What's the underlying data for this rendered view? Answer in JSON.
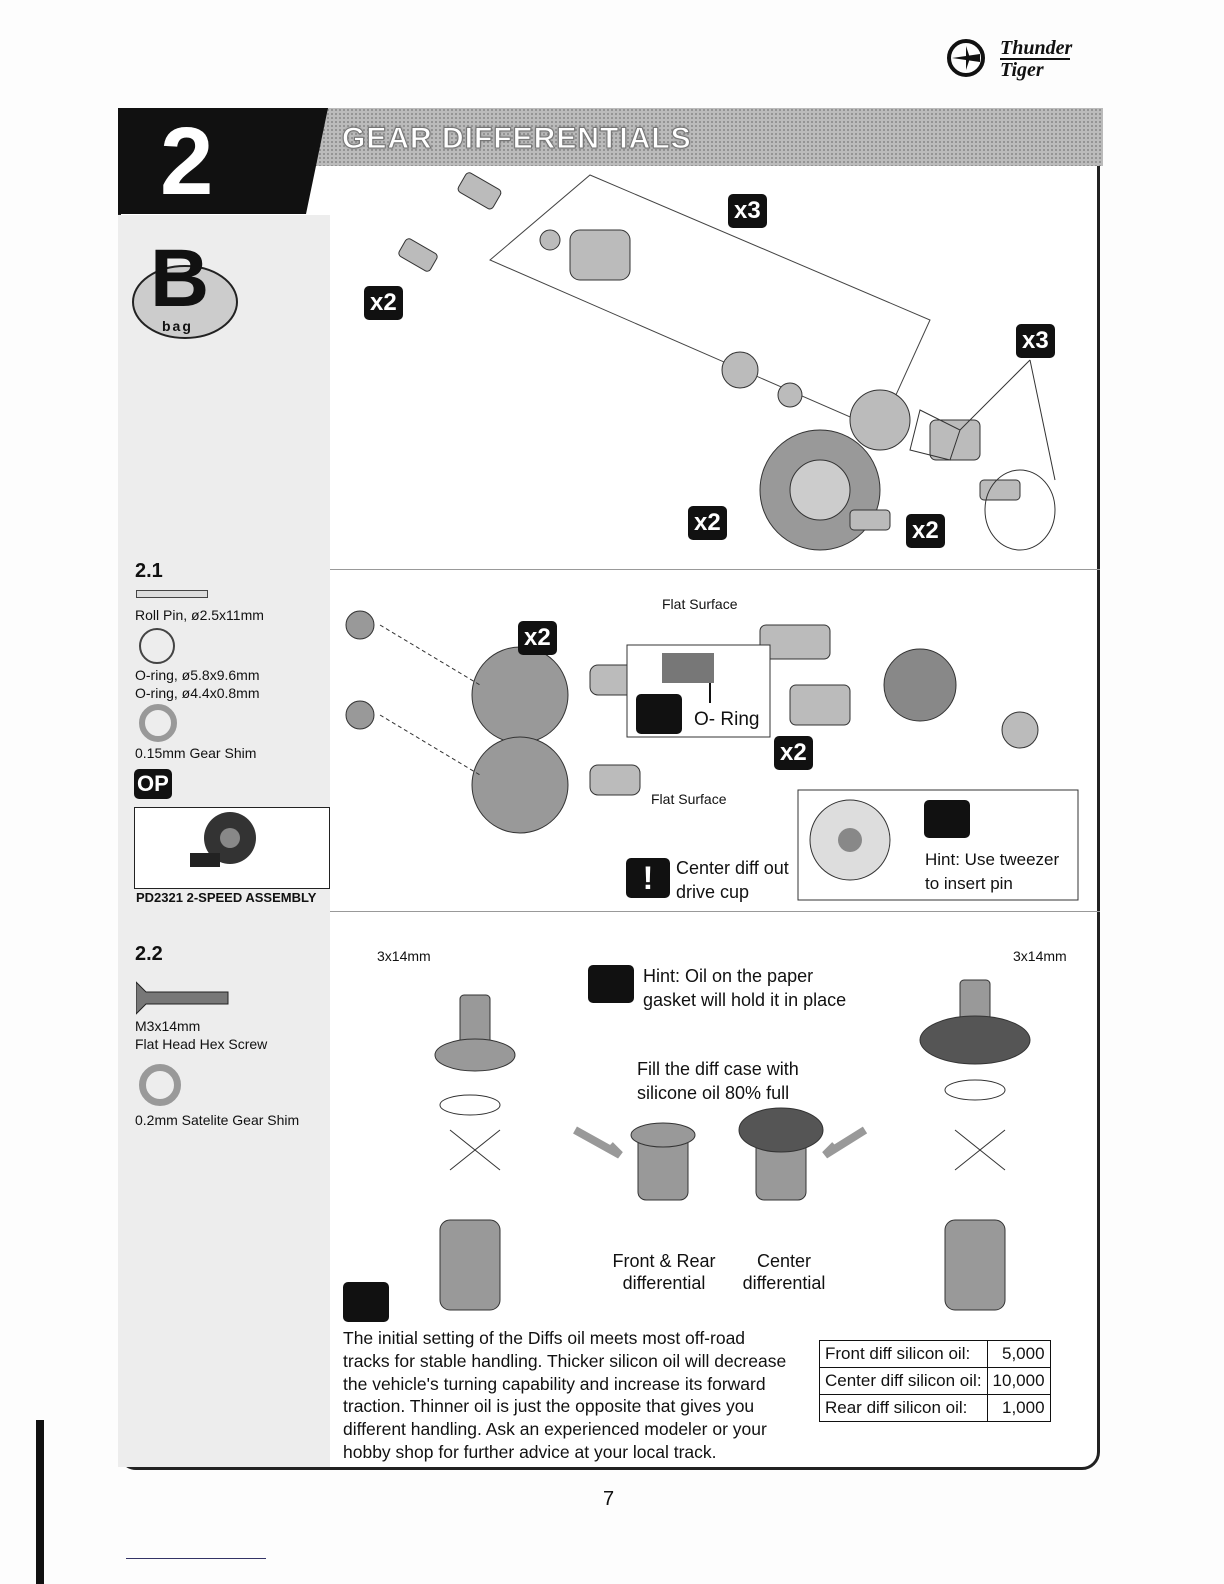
{
  "brand": {
    "line1": "Thunder",
    "line2": "Tiger"
  },
  "step": {
    "number": "2",
    "title": "GEAR DIFFERENTIALS",
    "bag_letter": "B",
    "bag_label": "bag"
  },
  "badges": {
    "b1": "x3",
    "b2": "x2",
    "b3": "x3",
    "b4": "x2",
    "b5": "x2",
    "b6": "x2",
    "b7": "x2"
  },
  "op_label": "OP",
  "sections": {
    "s21": {
      "title": "2.1",
      "roll_pin": "Roll Pin, ø2.5x11mm",
      "oring1": "O-ring, ø5.8x9.6mm",
      "oring2": "O-ring, ø4.4x0.8mm",
      "gear_shim": "0.15mm Gear Shim",
      "assembly_label": "PD2321  2-SPEED ASSEMBLY"
    },
    "s22": {
      "title": "2.2",
      "screw_name": "M3x14mm",
      "screw_desc": "Flat Head Hex Screw",
      "sat_shim": "0.2mm Satelite Gear Shim"
    }
  },
  "callouts": {
    "flat_surface_1": "Flat Surface",
    "flat_surface_2": "Flat Surface",
    "oring": "O- Ring",
    "center_diff_line1": "Center diff out",
    "center_diff_line2": "drive cup",
    "tweezer_line1": "Hint: Use tweezer",
    "tweezer_line2": "to insert pin",
    "screw_left": "3x14mm",
    "screw_right": "3x14mm",
    "oil_hint_line1": "Hint: Oil on the paper",
    "oil_hint_line2": "gasket will hold it in place",
    "fill_line1": "Fill the diff case with",
    "fill_line2": "silicone oil 80% full",
    "front_rear_line1": "Front & Rear",
    "front_rear_line2": "differential",
    "center_line1": "Center",
    "center_line2": "differential"
  },
  "note_lines": [
    "The initial setting of the Diffs oil meets most off-road",
    "tracks for stable handling. Thicker silicon oil will decrease",
    "the vehicle's turning capability and increase its forward",
    "traction. Thinner oil is just the opposite that gives you",
    "different handling. Ask an experienced modeler or your",
    "hobby shop for further advice at your local track."
  ],
  "oil_table": [
    {
      "label": "Front diff silicon oil:",
      "value": "5,000"
    },
    {
      "label": "Center diff silicon oil:",
      "value": "10,000"
    },
    {
      "label": "Rear diff silicon oil:",
      "value": "1,000"
    }
  ],
  "page_number": "7"
}
